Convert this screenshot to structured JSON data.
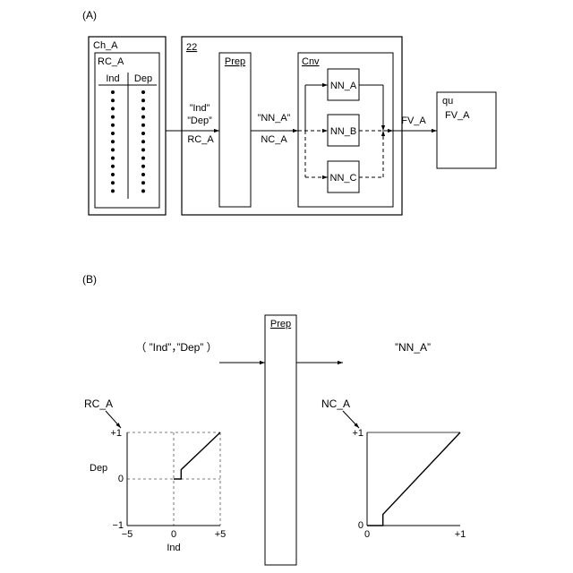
{
  "panel_a": {
    "label": "(A)",
    "ch": {
      "title": "Ch_A",
      "table_title": "RC_A",
      "col1": "Ind",
      "col2": "Dep"
    },
    "block_id": "22",
    "input_q1": "”Ind”",
    "input_q2": "”Dep”",
    "input_name": "RC_A",
    "prep": "Prep",
    "mid_q": "”NN_A”",
    "mid_name": "NC_A",
    "cnv": "Cnv",
    "nn_a": "NN_A",
    "nn_b": "NN_B",
    "nn_c": "NN_C",
    "out_label": "FV_A",
    "qu": {
      "title": "qu",
      "value": "FV_A"
    }
  },
  "panel_b": {
    "label": "(B)",
    "input_text": "（ ”Ind”，”Dep” ）",
    "output_text": "”NN_A”",
    "prep": "Prep",
    "left_chart": {
      "callout": "RC_A",
      "ylabel": "Dep",
      "xlabel": "Ind",
      "ytick_top": "+1",
      "ytick_mid": "0",
      "ytick_bot": "−1",
      "xtick_left": "−5",
      "xtick_mid": "0",
      "xtick_right": "+5"
    },
    "right_chart": {
      "callout": "NC_A",
      "ytick_top": "+1",
      "ytick_bot": "0",
      "xtick_left": "0",
      "xtick_right": "+1"
    }
  },
  "chart_data": [
    {
      "type": "line",
      "name_ref": "RC_A",
      "xlabel": "Ind",
      "ylabel": "Dep",
      "xlim": [
        -5,
        5
      ],
      "ylim": [
        -1,
        1
      ],
      "grid": true,
      "x": [
        0,
        0.8,
        0.8,
        5
      ],
      "y": [
        0,
        0,
        0.2,
        1
      ]
    },
    {
      "type": "line",
      "name_ref": "NC_A",
      "xlim": [
        0,
        1
      ],
      "ylim": [
        0,
        1
      ],
      "grid": false,
      "x": [
        0,
        0.17,
        0.17,
        1
      ],
      "y": [
        0,
        0,
        0.12,
        1
      ]
    }
  ]
}
